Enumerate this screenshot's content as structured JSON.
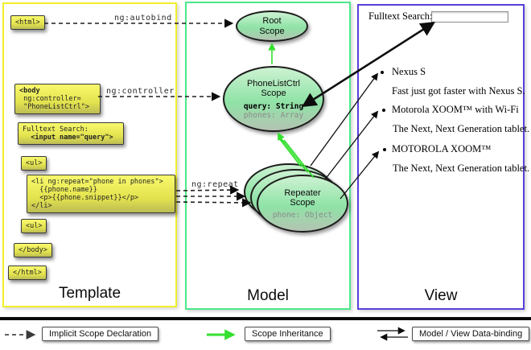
{
  "template_panel": {
    "label": "Template",
    "code": {
      "html_open": "<html>",
      "body_open": [
        "<body",
        " ng:controller=",
        " \"PhoneListCtrl\">"
      ],
      "fulltext_label": "Fulltext Search:",
      "fulltext_input": "  <input name=\"query\">",
      "ul_open": "<ul>",
      "li_lines": [
        "<li ng:repeat=\"phone in phones\">",
        "  {{phone.name}}",
        "  <p>{{phone.snippet}}</p>",
        "</li>"
      ],
      "ul_close": "<ul>",
      "body_close": "</body>",
      "html_close": "</html>"
    },
    "arrow_labels": {
      "autobind": "ng:autobind",
      "controller": "ng:controller",
      "repeat": "ng:repeat"
    }
  },
  "model_panel": {
    "label": "Model",
    "root_scope": {
      "line1": "Root",
      "line2": "Scope"
    },
    "phonelist_scope": {
      "line1": "PhoneListCtrl",
      "line2": "Scope",
      "prop_query": "query: String",
      "prop_phones": "phones: Array"
    },
    "repeater_scope": {
      "line1": "Repeater",
      "line2": "Scope",
      "prop_phone": "phone: Object"
    }
  },
  "view_panel": {
    "label": "View",
    "search_label": "Fulltext Search:",
    "search_value": "",
    "items": [
      {
        "title": "Nexus S",
        "snippet": "Fast just got faster with Nexus S."
      },
      {
        "title": "Motorola XOOM™  with Wi-Fi",
        "snippet": "The Next, Next Generation tablet."
      },
      {
        "title": "MOTOROLA XOOM™",
        "snippet": "The Next, Next Generation tablet."
      }
    ]
  },
  "legend": {
    "implicit": "Implicit Scope Declaration",
    "inheritance": "Scope Inheritance",
    "databinding": "Model / View Data-binding"
  },
  "colors": {
    "panel-yellow": "#f2ef2b",
    "panel-green": "#4ce98a",
    "panel-purple": "#5940d9",
    "arrow-green": "#35e02f"
  }
}
